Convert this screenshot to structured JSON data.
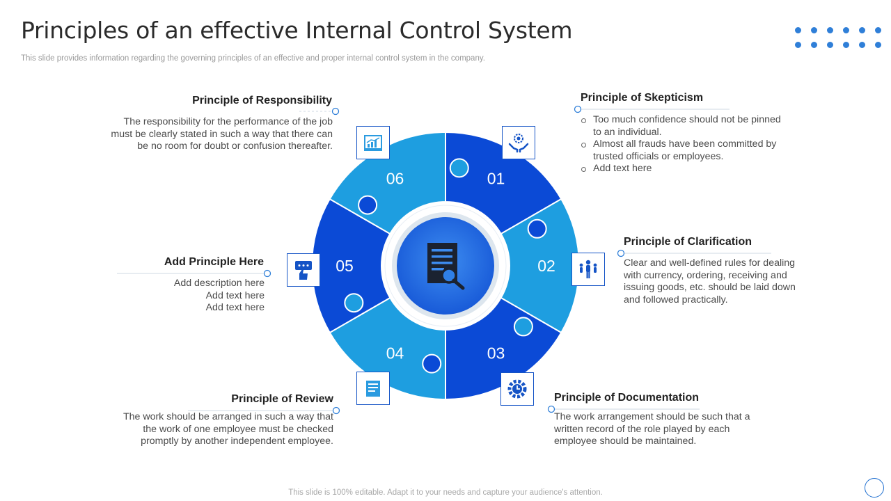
{
  "header": {
    "title": "Principles of an effective Internal Control System",
    "subtitle": "This slide provides information regarding the governing principles of an effective  and proper internal control system in the company."
  },
  "footer": {
    "text": "This slide is 100% editable. Adapt it to your needs and capture your audience's attention."
  },
  "colors": {
    "dark_blue": "#0b4ad6",
    "light_blue": "#1e9ee0",
    "center_blue": "#1f6fe0"
  },
  "segments": [
    {
      "number": "01",
      "color": "dark",
      "icon": "hands-gear-icon"
    },
    {
      "number": "02",
      "color": "light",
      "icon": "people-group-icon"
    },
    {
      "number": "03",
      "color": "dark",
      "icon": "gear-clock-icon"
    },
    {
      "number": "04",
      "color": "light",
      "icon": "document-icon"
    },
    {
      "number": "05",
      "color": "dark",
      "icon": "thumbs-up-chat-icon"
    },
    {
      "number": "06",
      "color": "light",
      "icon": "bar-chart-icon"
    }
  ],
  "center": {
    "icon": "document-search-icon"
  },
  "principles": {
    "skepticism": {
      "title": "Principle of Skepticism",
      "bullets": [
        "Too much confidence should not be pinned to an individual.",
        "Almost all frauds have been committed by trusted officials or employees.",
        "Add text here"
      ]
    },
    "clarification": {
      "title": "Principle of Clarification",
      "text": "Clear and well-defined rules for dealing with currency, ordering, receiving and issuing goods, etc. should be laid down and followed practically."
    },
    "documentation": {
      "title": "Principle of Documentation",
      "text": "The work arrangement should be such that a written record of the role played by each employee should be maintained."
    },
    "review": {
      "title": "Principle of Review",
      "text": "The work should be arranged in such a way that the work of one employee must be checked promptly by another independent employee."
    },
    "add_principle": {
      "title": "Add Principle Here",
      "lines": [
        "Add description here",
        "Add text here",
        "Add text here"
      ]
    },
    "responsibility": {
      "title": "Principle of Responsibility",
      "text": "The responsibility for the performance of the job must be clearly stated in such a way that there can be no room for doubt or confusion thereafter."
    }
  }
}
